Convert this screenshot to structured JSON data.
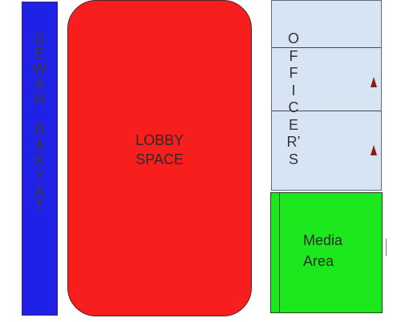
{
  "colors": {
    "dewan_fill": "#1f22e6",
    "lobby_fill": "#f81e1e",
    "officers_fill": "#d6e4f3",
    "media_fill": "#1de81d",
    "marker": "#8a1a1a"
  },
  "dewan": {
    "word1": [
      "D",
      "E",
      "W",
      "A",
      "N"
    ],
    "word2": [
      "R",
      "A",
      "K",
      "Y",
      "A",
      "T"
    ]
  },
  "lobby": {
    "line1": "LOBBY",
    "line2": "SPACE"
  },
  "officers": {
    "letters": [
      "O",
      "F",
      "F",
      "I",
      "C",
      "E",
      "R’",
      "S"
    ]
  },
  "media": {
    "line1": "Media",
    "line2": "Area"
  }
}
